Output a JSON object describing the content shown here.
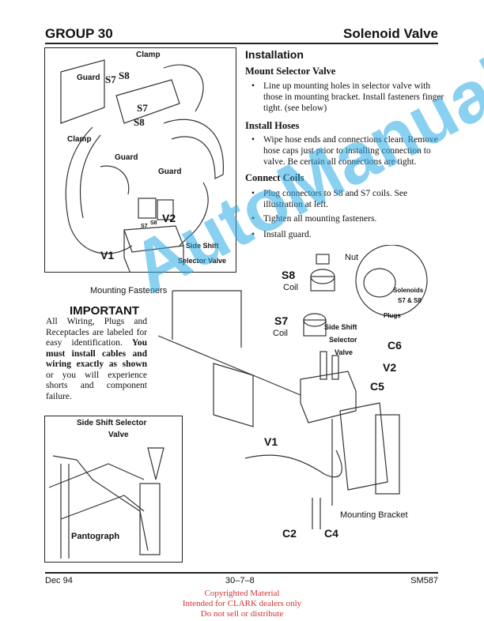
{
  "header": {
    "group": "GROUP 30",
    "title": "Solenoid Valve"
  },
  "installation": {
    "title": "Installation",
    "sections": [
      {
        "heading": "Mount Selector Valve",
        "bullets": [
          "Line up mounting holes in selector valve with those in mounting bracket. Install fasteners finger tight. (see below)"
        ]
      },
      {
        "heading": "Install Hoses",
        "bullets": [
          "Wipe hose ends and connections clean. Remove hose caps just prior to installing connection to valve. Be certain all connections are tight."
        ]
      },
      {
        "heading": "Connect Coils",
        "bullets": [
          "Plug connectors to S8 and S7 coils. See illustration at left.",
          "Tighten all mounting fasteners.",
          "Install guard."
        ]
      }
    ]
  },
  "important": {
    "title": "IMPORTANT",
    "text_a": "All Wiring, Plugs and Receptacles are labeled for easy identification. ",
    "text_b": "You must install cables and wiring exactly as shown",
    "text_c": " or you will experience shorts and component failure."
  },
  "diagram_top": {
    "clamp1": "Clamp",
    "guard1": "Guard",
    "s7a": "S7",
    "s8a": "S8",
    "s7b": "S7",
    "s8b": "S8",
    "clamp2": "Clamp",
    "guard2": "Guard",
    "guard3": "Guard",
    "s7c": "S7",
    "s8c": "S8",
    "v2": "V2",
    "v1": "V1",
    "side_shift": "Side Shift",
    "selector_valve": "Selector Valve"
  },
  "diagram_main": {
    "mounting_fasteners": "Mounting Fasteners",
    "nut": "Nut",
    "s8": "S8",
    "s8_coil": "Coil",
    "s7": "S7",
    "s7_coil": "Coil",
    "side_shift": "Side Shift",
    "selector": "Selector",
    "valve": "Valve",
    "c6": "C6",
    "v2": "V2",
    "c5": "C5",
    "v1": "V1",
    "solenoids": "Solenoids",
    "s7s8": "S7 & S8",
    "plugs": "Plugs",
    "mounting_bracket": "Mounting Bracket",
    "c2": "C2",
    "c4": "C4"
  },
  "diagram_bottom": {
    "title1": "Side Shift Selector",
    "title2": "Valve",
    "pantograph": "Pantograph"
  },
  "footer": {
    "date": "Dec 94",
    "page": "30–7–8",
    "doc": "SM587"
  },
  "copyright": [
    "Copyrighted Material",
    "Intended for CLARK dealers only",
    "Do not sell or distribute"
  ],
  "watermark": "AutoManual"
}
